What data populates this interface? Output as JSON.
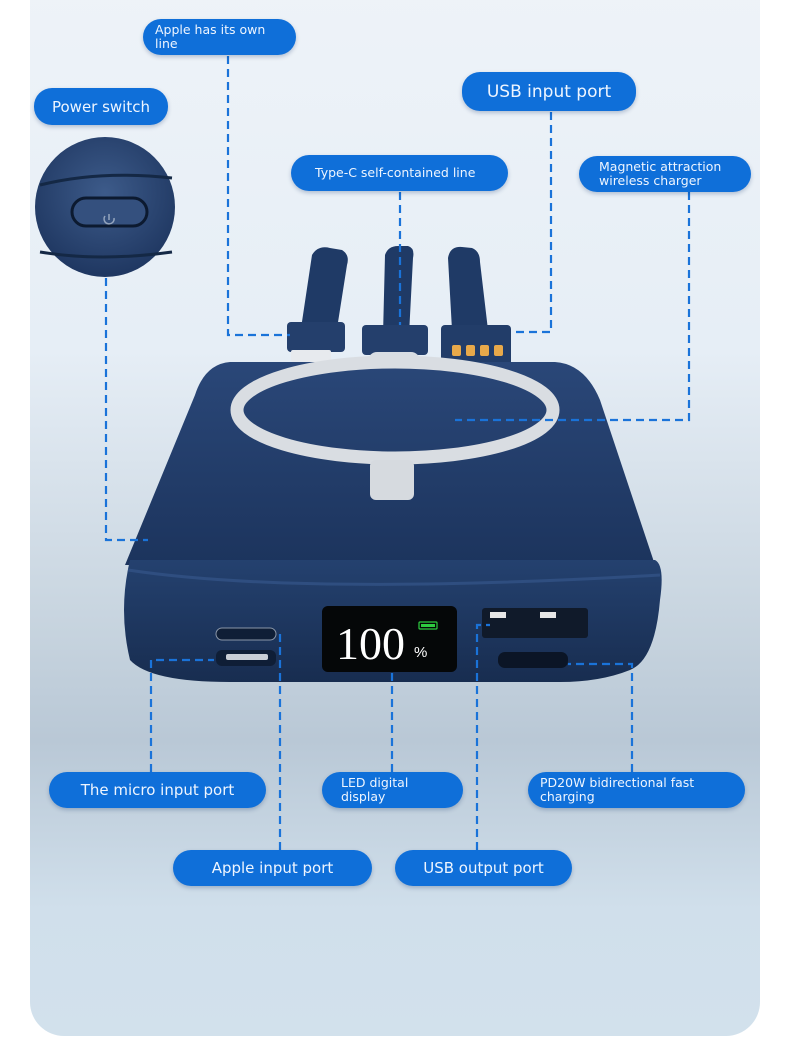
{
  "product": "Magnetic wireless power bank",
  "colors": {
    "label_bg": "#0f6fd9",
    "label_text": "#eef5ff",
    "device_body": "#1f3a66",
    "callout_line": "#1a73d9",
    "display_green": "#2ecc40"
  },
  "labels": {
    "apple_line": "Apple has its own line",
    "power_switch": "Power switch",
    "usb_input": "USB input port",
    "typec_line": "Type-C self-contained line",
    "magnetic": "Magnetic attraction wireless charger",
    "micro_input": "The micro input port",
    "led_display": "LED digital display",
    "pd20w": "PD20W bidirectional fast charging",
    "apple_input": "Apple input port",
    "usb_output": "USB output port"
  },
  "display": {
    "value": "100",
    "unit": "%"
  },
  "icons": [
    "power-icon",
    "lightning-connector-icon",
    "usb-c-connector-icon",
    "usb-a-connector-icon",
    "battery-icon"
  ]
}
